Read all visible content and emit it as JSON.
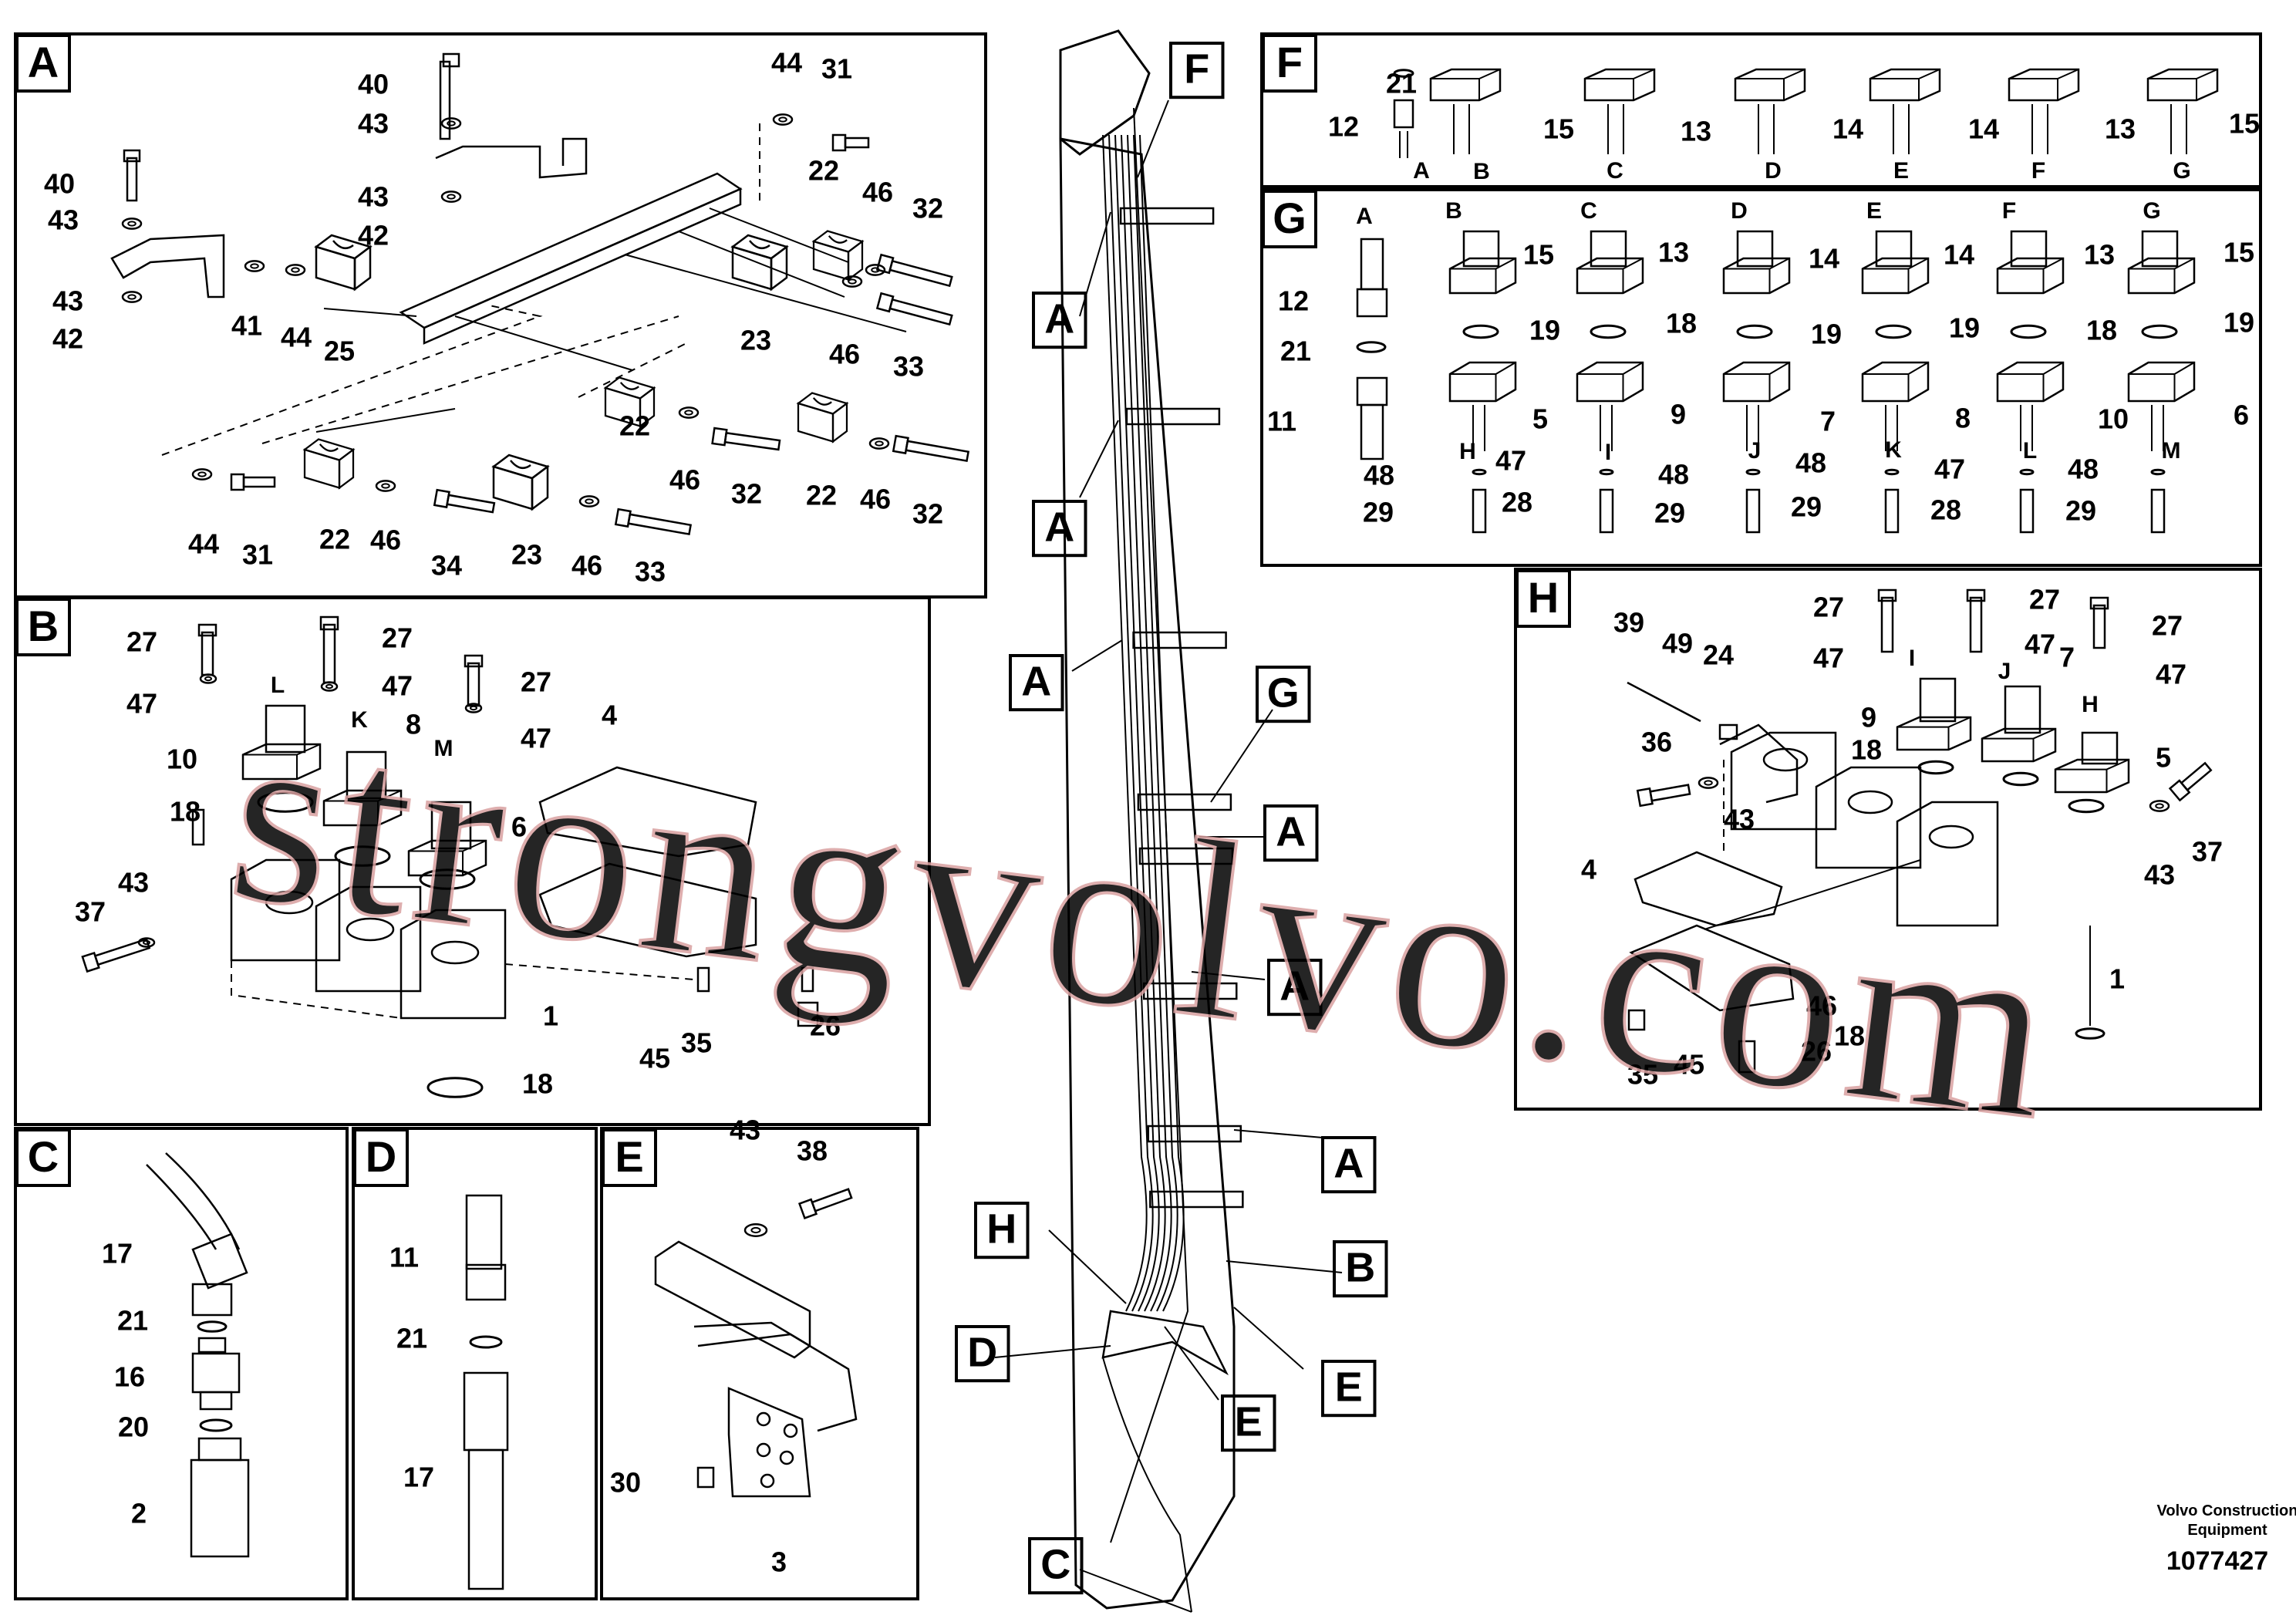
{
  "watermark": "strongvolvo.com",
  "footer": {
    "company_line1": "Volvo Construction",
    "company_line2": "Equipment",
    "drawing_number": "1077427"
  },
  "panels": {
    "A": {
      "letter": "A",
      "labels": [
        "40",
        "43",
        "44",
        "31",
        "40",
        "43",
        "43",
        "42",
        "22",
        "46",
        "32",
        "43",
        "42",
        "41",
        "44",
        "25",
        "23",
        "46",
        "33",
        "22",
        "46",
        "32",
        "22",
        "46",
        "32",
        "44",
        "31",
        "22",
        "46",
        "34",
        "23",
        "46",
        "33"
      ]
    },
    "B": {
      "letter": "B",
      "labels": [
        "27",
        "47",
        "27",
        "47",
        "27",
        "47",
        "L",
        "K",
        "8",
        "M",
        "10",
        "6",
        "18",
        "4",
        "43",
        "37",
        "1",
        "45",
        "35",
        "26",
        "18"
      ]
    },
    "C": {
      "letter": "C",
      "labels": [
        "17",
        "21",
        "16",
        "20",
        "2"
      ]
    },
    "D": {
      "letter": "D",
      "labels": [
        "11",
        "21",
        "17"
      ]
    },
    "E": {
      "letter": "E",
      "labels": [
        "43",
        "38",
        "30",
        "3"
      ]
    },
    "F": {
      "letter": "F",
      "labels": [
        "21",
        "12",
        "A",
        "B",
        "15",
        "C",
        "13",
        "D",
        "14",
        "E",
        "14",
        "F",
        "13",
        "G",
        "15"
      ]
    },
    "G": {
      "letter": "G",
      "labels": [
        "A",
        "B",
        "C",
        "D",
        "E",
        "F",
        "G",
        "15",
        "13",
        "14",
        "14",
        "13",
        "15",
        "12",
        "19",
        "18",
        "19",
        "19",
        "18",
        "19",
        "21",
        "11",
        "5",
        "9",
        "7",
        "8",
        "10",
        "6",
        "H",
        "I",
        "J",
        "K",
        "L",
        "M",
        "48",
        "47",
        "48",
        "48",
        "47",
        "48",
        "29",
        "28",
        "29",
        "29",
        "28",
        "29"
      ]
    },
    "H": {
      "letter": "H",
      "labels": [
        "39",
        "49",
        "24",
        "27",
        "27",
        "27",
        "47",
        "47",
        "47",
        "I",
        "J",
        "7",
        "H",
        "9",
        "18",
        "5",
        "36",
        "43",
        "4",
        "43",
        "37",
        "1",
        "46",
        "35",
        "45",
        "26",
        "18"
      ]
    }
  },
  "callouts": [
    "F",
    "A",
    "A",
    "A",
    "G",
    "A",
    "A",
    "A",
    "H",
    "B",
    "D",
    "E",
    "E",
    "C"
  ]
}
